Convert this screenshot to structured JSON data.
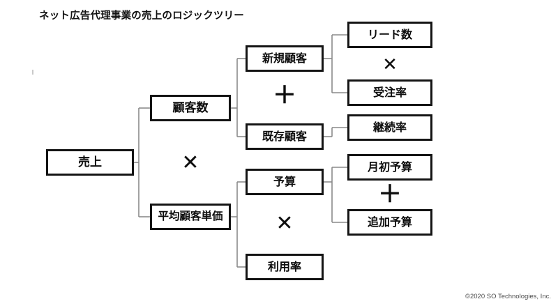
{
  "document": {
    "title": "ネット広告代理事業の売上のロジックツリー",
    "footer": "©2020 SO Technologies, Inc."
  },
  "diagram": {
    "type": "logic-tree",
    "root": {
      "id": "sales",
      "label": "売上"
    },
    "level2": [
      {
        "id": "customer-count",
        "label": "顧客数"
      },
      {
        "id": "average-unit-price",
        "label": "平均顧客単価"
      }
    ],
    "level3": [
      {
        "id": "new-customer",
        "label": "新規顧客"
      },
      {
        "id": "existing-customer",
        "label": "既存顧客"
      },
      {
        "id": "budget",
        "label": "予算"
      },
      {
        "id": "usage-rate",
        "label": "利用率"
      }
    ],
    "level4": [
      {
        "id": "lead-count",
        "label": "リード数"
      },
      {
        "id": "order-rate",
        "label": "受注率"
      },
      {
        "id": "retention-rate",
        "label": "継続率"
      },
      {
        "id": "month-start-budget",
        "label": "月初予算"
      },
      {
        "id": "additional-budget",
        "label": "追加予算"
      }
    ],
    "operators": [
      {
        "id": "root-multiply",
        "symbol": "✕",
        "between": [
          "顧客数",
          "平均顧客単価"
        ]
      },
      {
        "id": "customer-plus",
        "symbol": "＋",
        "between": [
          "新規顧客",
          "既存顧客"
        ]
      },
      {
        "id": "unitprice-multiply",
        "symbol": "✕",
        "between": [
          "予算",
          "利用率"
        ]
      },
      {
        "id": "newcustomer-multiply",
        "symbol": "✕",
        "between": [
          "リード数",
          "受注率"
        ]
      },
      {
        "id": "budget-plus",
        "symbol": "＋",
        "between": [
          "月初予算",
          "追加予算"
        ]
      }
    ],
    "colors": {
      "node_border": "#141414",
      "connector": "#8a8a8a",
      "text": "#0d0d0d",
      "background": "#ffffff"
    }
  }
}
